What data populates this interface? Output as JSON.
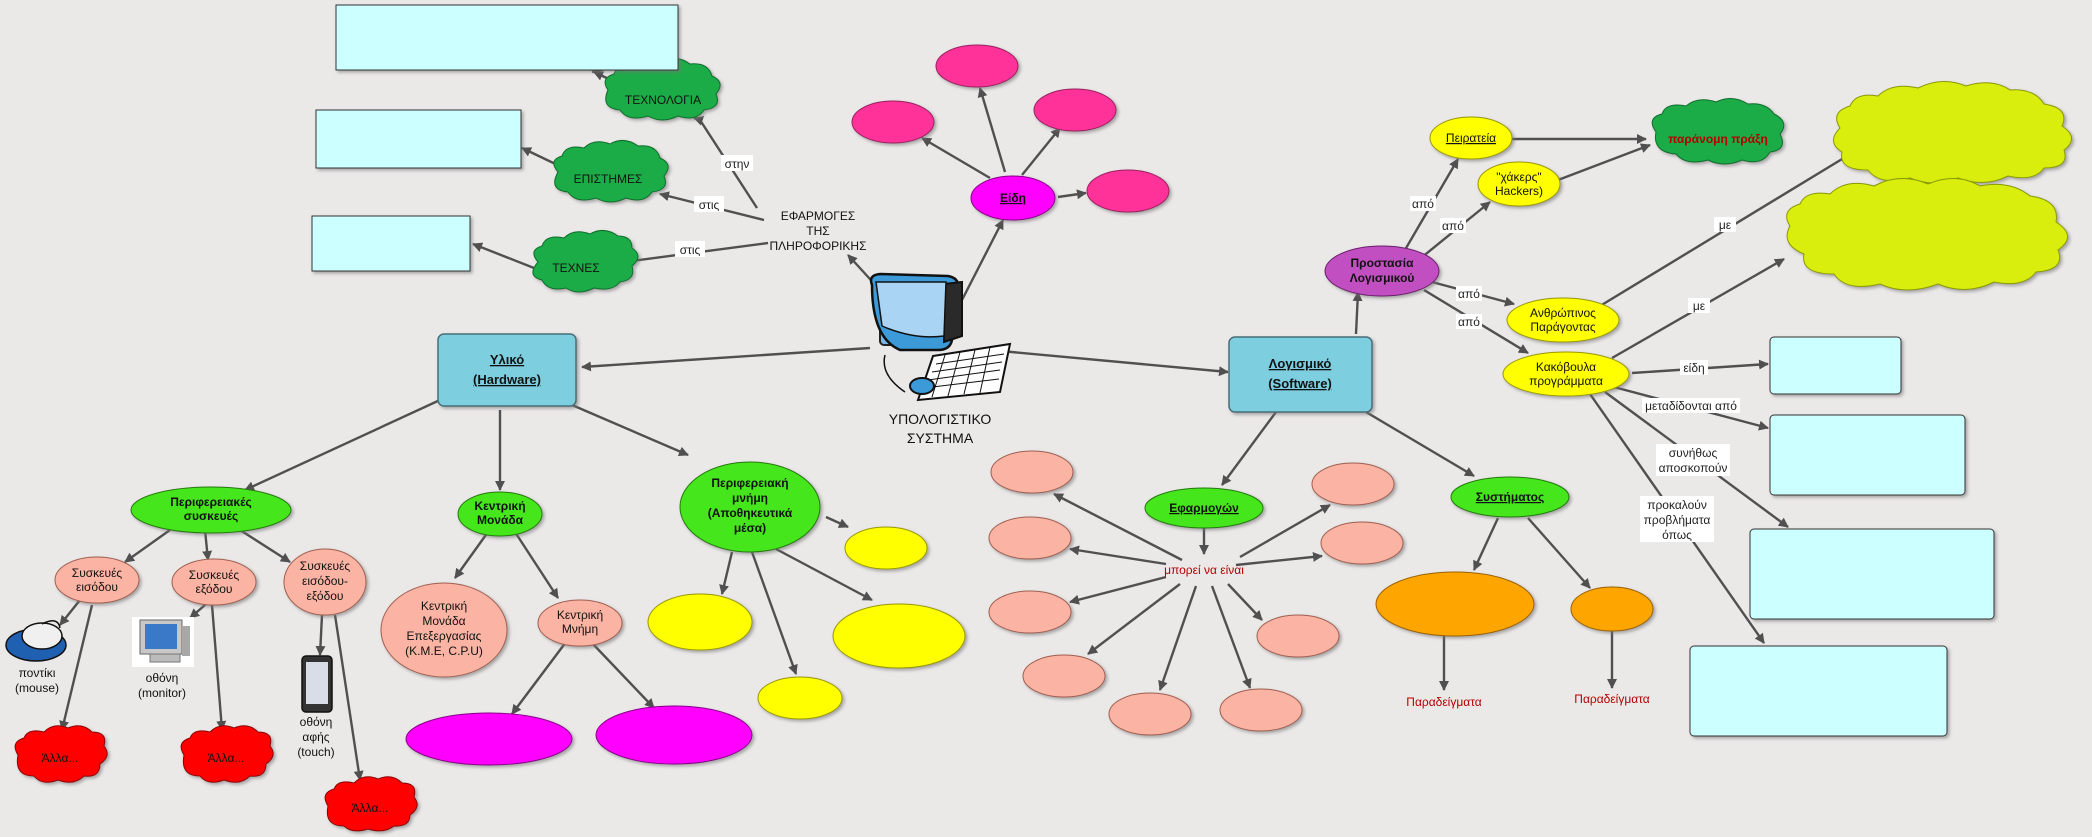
{
  "center": {
    "line1": "ΥΠΟΛΟΓΙΣΤΙΚΟ",
    "line2": "ΣΥΣΤΗΜΑ"
  },
  "hardware": {
    "line1": "Υλικό",
    "line2": "(Hardware)"
  },
  "software": {
    "line1": "Λογισμικό",
    "line2": "(Software)"
  },
  "applications": {
    "line1": "ΕΦΑΡΜΟΓΕΣ",
    "line2": "ΤΗΣ",
    "line3": "ΠΛΗΡΟΦΟΡΙΚΗΣ",
    "link_in_tech": "στην",
    "link_in_science": "στις",
    "link_in_arts": "στις",
    "technology": "ΤΕΧΝΟΛΟΓΙΑ",
    "science": "ΕΠΙΣΤΗΜΕΣ",
    "arts": "ΤΕΧΝΕΣ"
  },
  "types": {
    "label": "Είδη"
  },
  "peripherals": {
    "line1": "Περιφερειακές",
    "line2": "συσκευές",
    "input": {
      "line1": "Συσκευές",
      "line2": "εισόδου"
    },
    "output": {
      "line1": "Συσκευές",
      "line2": "εξόδου"
    },
    "io": {
      "line1": "Συσκευές",
      "line2": "εισόδου-",
      "line3": "εξόδου"
    },
    "mouse": {
      "line1": "ποντίκι",
      "line2": "(mouse)"
    },
    "monitor": {
      "line1": "οθόνη",
      "line2": "(monitor)"
    },
    "touch": {
      "line1": "οθόνη",
      "line2": "αφής",
      "line3": "(touch)"
    },
    "other": "Άλλα..."
  },
  "central_unit": {
    "line1": "Κεντρική",
    "line2": "Μονάδα",
    "cpu": {
      "line1": "Κεντρική",
      "line2": "Μονάδα",
      "line3": "Επεξεργασίας",
      "line4": "(Κ.Μ.Ε, C.P.U)"
    },
    "memory": {
      "line1": "Κεντρική",
      "line2": "Μνήμη"
    }
  },
  "storage": {
    "line1": "Περιφερειακή",
    "line2": "μνήμη",
    "line3": "(Αποθηκευτικά",
    "line4": "μέσα)"
  },
  "apps_sw": {
    "label": "Εφαρμογών",
    "can_be": "μπορεί να είναι"
  },
  "system_sw": {
    "label": "Συστήματος",
    "examples": "Παραδείγματα"
  },
  "protection": {
    "line1": "Προστασία",
    "line2": "Λογισμικού",
    "link_from": "από",
    "piracy": "Πειρατεία",
    "illegal": "παράνομη πράξη",
    "hackers": {
      "line1": "\"χάκερς\"",
      "line2": "Hackers)"
    },
    "human": {
      "line1": "Ανθρώπινος",
      "line2": "Παράγοντας"
    },
    "malware": {
      "line1": "Κακόβουλα",
      "line2": "προγράμματα"
    },
    "link_with": "με",
    "link_types": "είδη",
    "link_spread": "μεταδίδονται από",
    "link_usual": {
      "line1": "συνήθως",
      "line2": "αποσκοπούν"
    },
    "link_cause": {
      "line1": "προκαλούν",
      "line2": "προβλήματα",
      "line3": "όπως"
    }
  },
  "colors": {
    "background": "#ebe8e8",
    "box": "#7dcfe0",
    "light_box": "#ccffff",
    "green": "#44e61a",
    "dark_green": "#1aac46",
    "magenta": "#ff00ff",
    "pink": "#ff3399",
    "salmon": "#fbb3a3",
    "yellow": "#ffff00",
    "lime": "#d9ee0a",
    "orange": "#ffa500",
    "red": "#ff0000",
    "purple": "#c24fc2",
    "arrow": "#505050"
  }
}
